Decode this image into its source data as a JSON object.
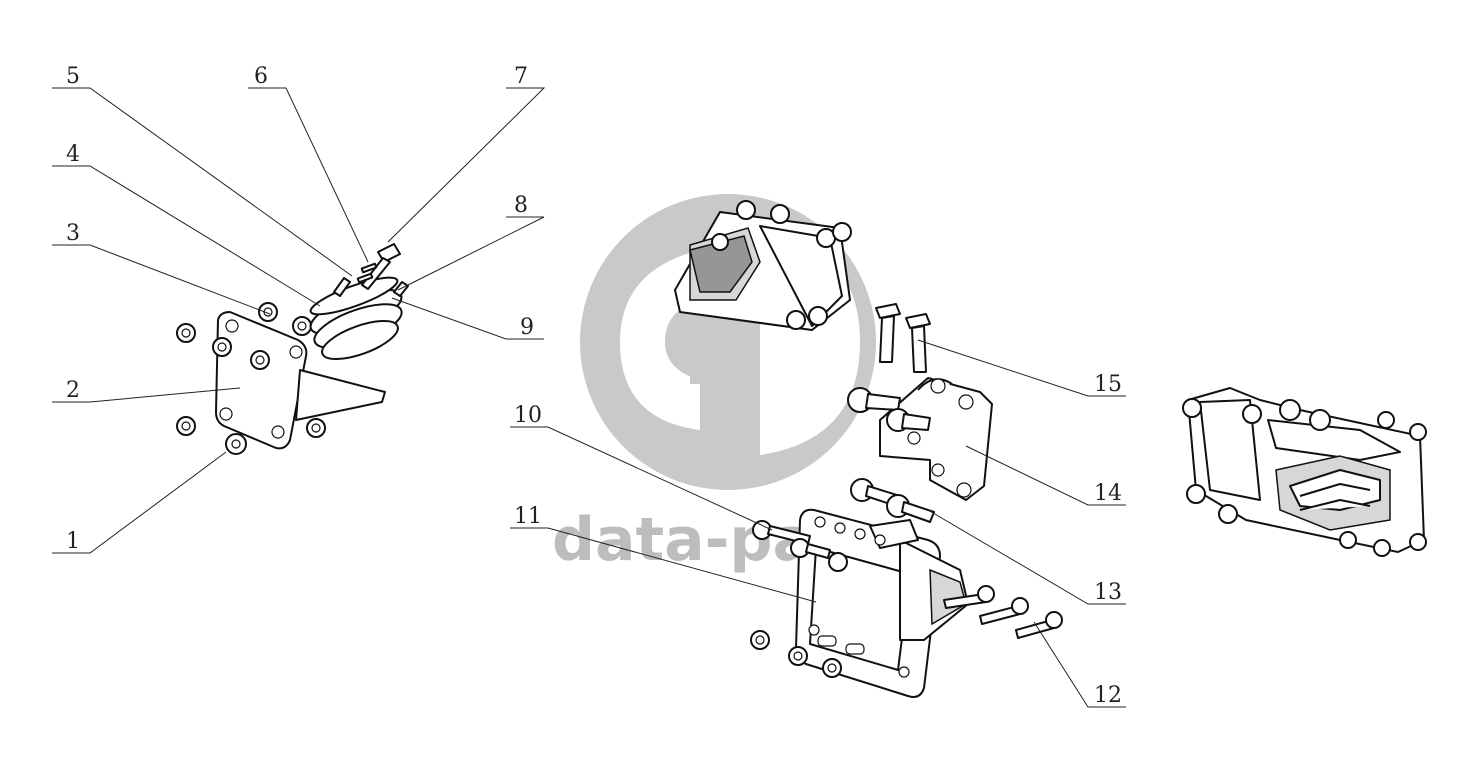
{
  "diagram": {
    "callouts": [
      "1",
      "2",
      "3",
      "4",
      "5",
      "6",
      "7",
      "8",
      "9",
      "10",
      "11",
      "12",
      "13",
      "14",
      "15"
    ],
    "watermark_text": "data-pa",
    "colors": {
      "line": "#222222",
      "watermark": "#bdbdbd",
      "shade": "#d7d7d7"
    }
  }
}
